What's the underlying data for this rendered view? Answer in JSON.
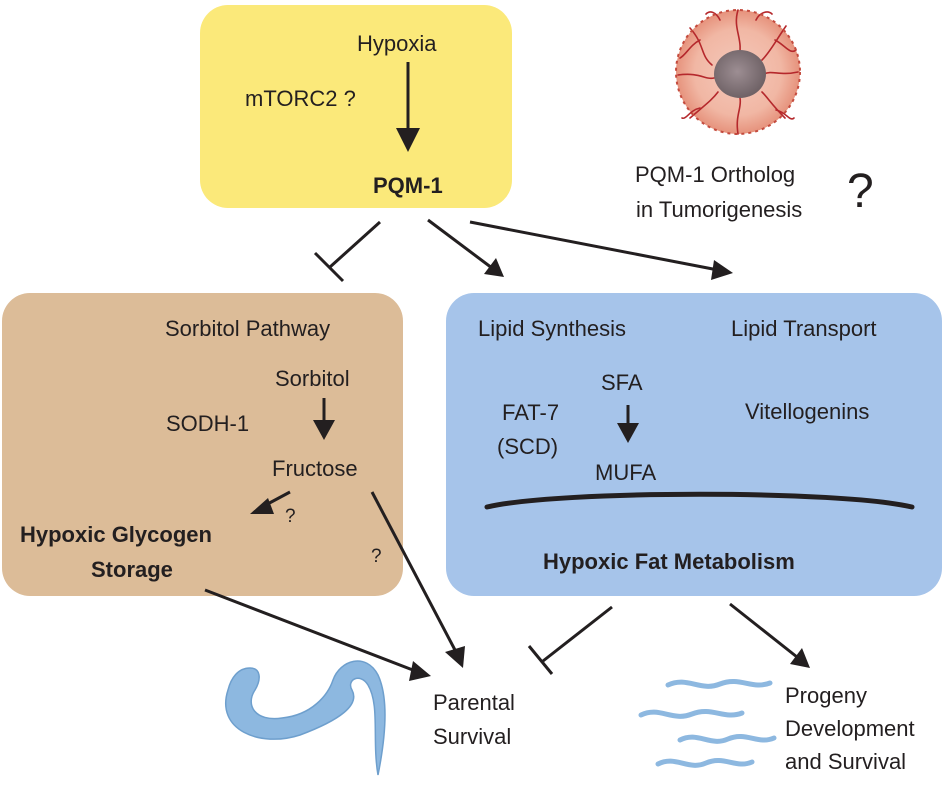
{
  "regulation": {
    "hypoxia": "Hypoxia",
    "mtorc2": "mTORC2 ?",
    "pqm1": "PQM-1"
  },
  "tumor": {
    "line1": "PQM-1 Ortholog",
    "line2": "in Tumorigenesis",
    "question": "?"
  },
  "sorbitol": {
    "title": "Sorbitol Pathway",
    "sorbitol": "Sorbitol",
    "enzyme": "SODH-1",
    "fructose": "Fructose",
    "q1": "?",
    "q2": "?",
    "glycogen1": "Hypoxic Glycogen",
    "glycogen2": "Storage"
  },
  "lipid": {
    "synthesis": "Lipid Synthesis",
    "transport": "Lipid Transport",
    "sfa": "SFA",
    "fat7": "FAT-7",
    "scd": "(SCD)",
    "mufa": "MUFA",
    "vitellogenins": "Vitellogenins",
    "fat_metabolism": "Hypoxic Fat Metabolism"
  },
  "outcomes": {
    "parental1": "Parental",
    "parental2": "Survival",
    "progeny1": "Progeny",
    "progeny2": "Development",
    "progeny3": "and Survival"
  },
  "colors": {
    "pqm_box": "#fbe97a",
    "sorbitol_box": "#dcbc98",
    "lipid_box": "#a6c4ea",
    "worm": "#8db8e0",
    "tumor_core": "#8a7a7e",
    "tumor_ring": "#d9715f"
  }
}
